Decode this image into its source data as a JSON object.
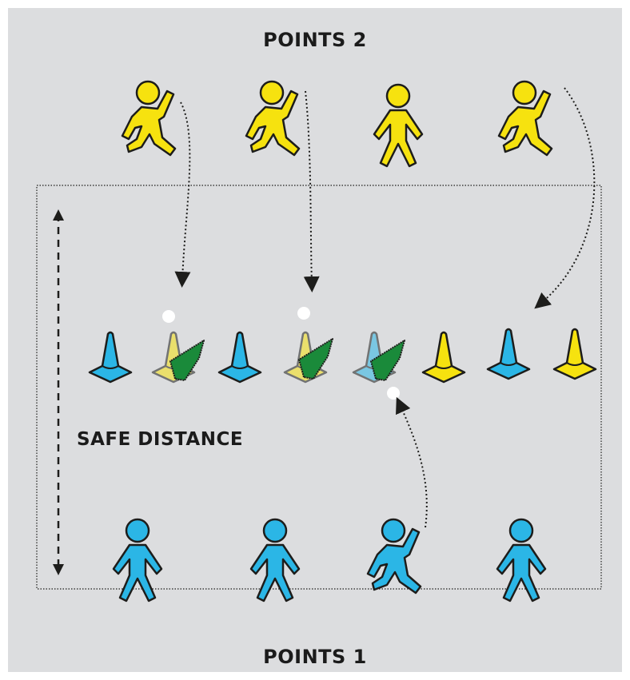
{
  "labels": {
    "top": "POINTS 2",
    "bottom": "POINTS 1",
    "safe_distance": "SAFE DISTANCE"
  },
  "colors": {
    "background": "#dcdddf",
    "team_yellow": "#f6e20f",
    "team_blue": "#2bb6e6",
    "knocked_cone": "#1a8a3a",
    "ball": "#ffffff",
    "outline": "#1d1d1b"
  },
  "teams": {
    "top_team": {
      "color": "yellow",
      "players": 4
    },
    "bottom_team": {
      "color": "blue",
      "players": 4
    }
  },
  "cones": [
    "blue",
    "yellow-knocked",
    "blue",
    "yellow-knocked",
    "blue-knocked",
    "yellow",
    "blue",
    "yellow"
  ]
}
